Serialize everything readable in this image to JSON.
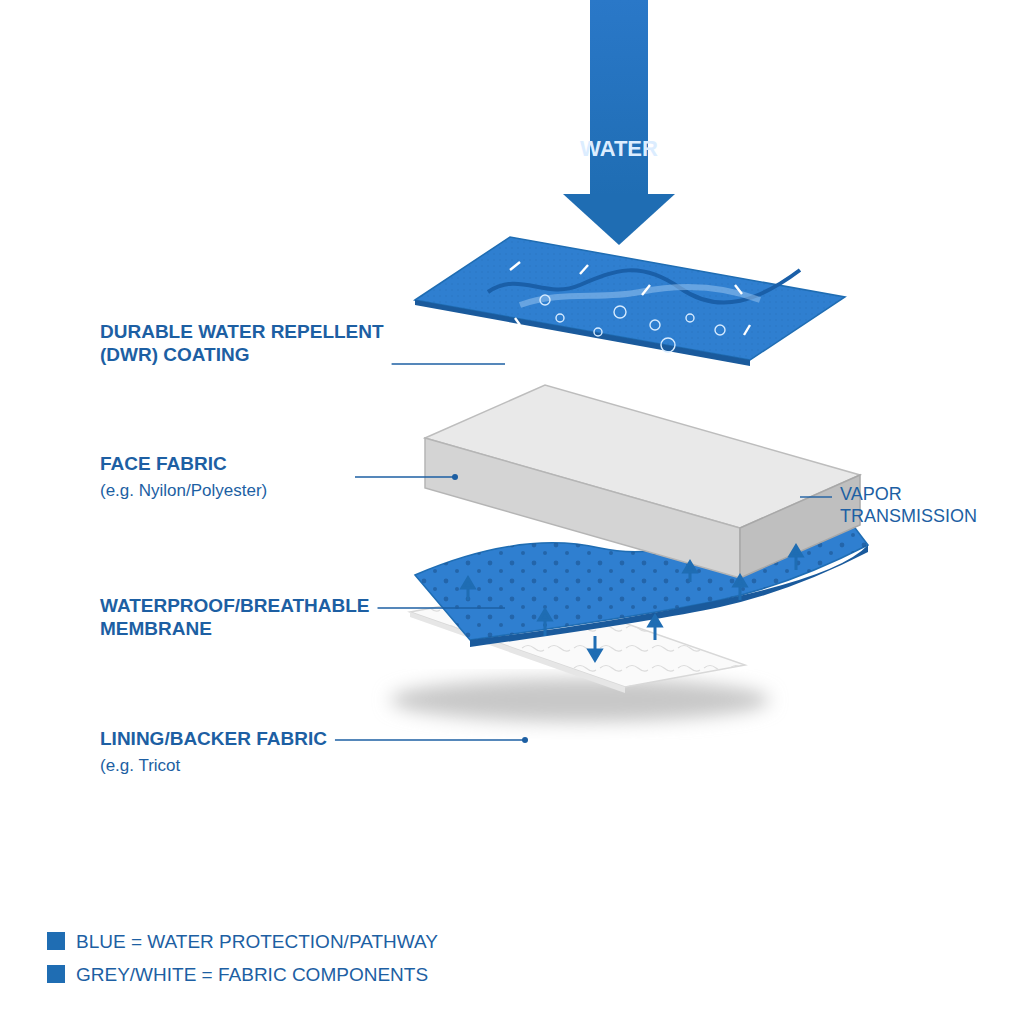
{
  "diagram": {
    "labels": [
      "WATER",
      "DURABLE WATER REPELLENT (DWR) COATING",
      "FACE FABRIC",
      "(e.g. Nyilon/Polyester)",
      "VAPOR TRANSMISSION",
      "WATERPROOF/BREATHABLE MEMBRANE",
      "LINING/BACKER FABRIC",
      "(e.g. Tricot"
    ],
    "legend": [
      {
        "text": "BLUE = WATER PROTECTION/PATHWAY",
        "color": "#1f6db3"
      },
      {
        "text": "GREY/WHITE = FABRIC COMPONENTS",
        "color": "#1f6db3"
      }
    ]
  }
}
